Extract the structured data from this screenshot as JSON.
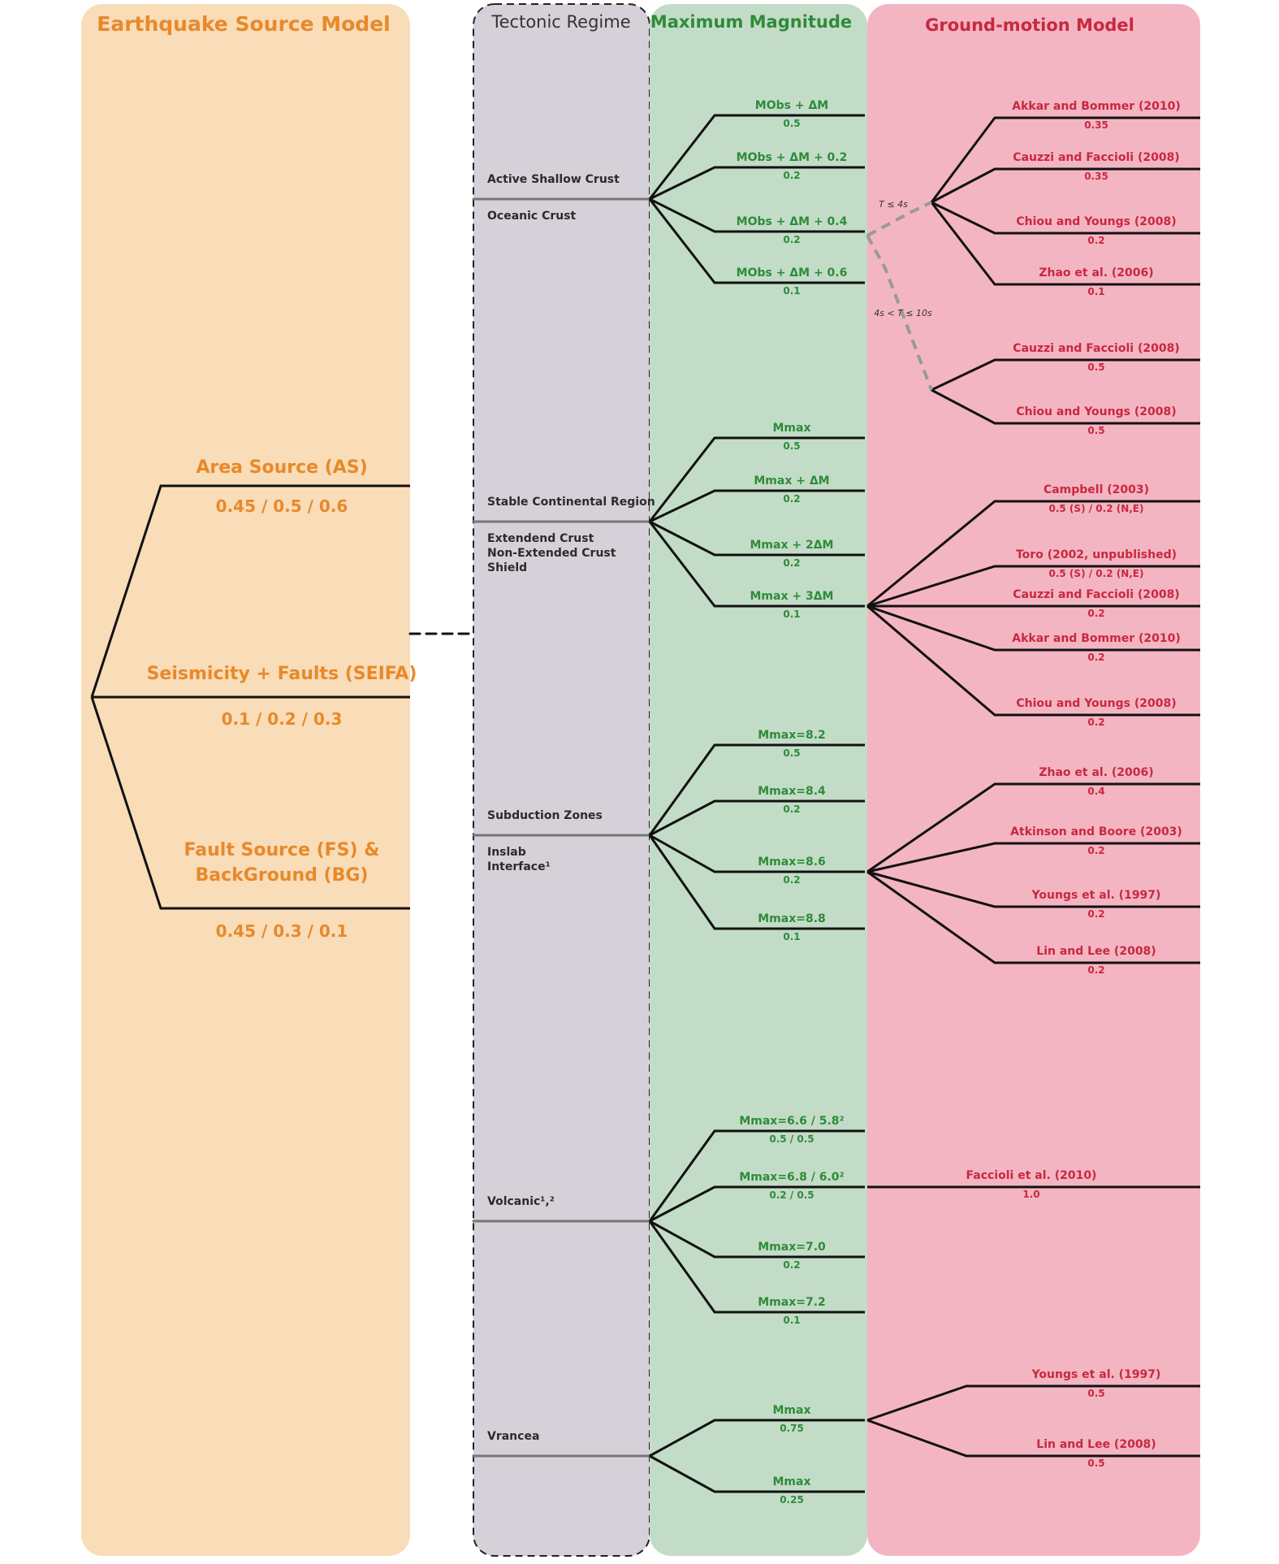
{
  "colors": {
    "source_panel": "#f9dcb8",
    "tectonic_panel": "#d6d1d9",
    "magnitude_panel": "#c3dcc7",
    "gmm_panel": "#f4b5c2",
    "source_text": "#e8892a",
    "magnitude_text": "#2e8b3a",
    "gmm_text": "#c82840",
    "regime_line": "#777777",
    "branch_line": "#111111"
  },
  "headers": {
    "source": "Earthquake Source Model",
    "tectonic": "Tectonic Regime",
    "magnitude": "Maximum Magnitude",
    "gmm": "Ground-motion Model"
  },
  "source_branches": [
    {
      "label": [
        "Area Source (AS)"
      ],
      "weights": "0.45 / 0.5 / 0.6"
    },
    {
      "label": [
        "Seismicity + Faults (SEIFA)"
      ],
      "weights": "0.1 / 0.2 / 0.3"
    },
    {
      "label": [
        "Fault Source (FS) &",
        "BackGround (BG)"
      ],
      "weights": "0.45 / 0.3 / 0.1"
    }
  ],
  "regimes": [
    {
      "label_above": [
        "Active Shallow Crust"
      ],
      "label_below": [
        "Oceanic Crust"
      ],
      "magnitudes": [
        {
          "label": "MObs + ΔM",
          "weight": "0.5"
        },
        {
          "label": "MObs + ΔM + 0.2",
          "weight": "0.2"
        },
        {
          "label": "MObs + ΔM + 0.4",
          "weight": "0.2"
        },
        {
          "label": "MObs + ΔM + 0.6",
          "weight": "0.1"
        }
      ],
      "period_labels": [
        "T ≤ 4s",
        "4s < T ≤ 10s"
      ],
      "gmm_groups": [
        [
          {
            "label": "Akkar and Bommer (2010)",
            "weight": "0.35"
          },
          {
            "label": "Cauzzi and Faccioli (2008)",
            "weight": "0.35"
          },
          {
            "label": "Chiou and Youngs (2008)",
            "weight": "0.2"
          },
          {
            "label": "Zhao et al. (2006)",
            "weight": "0.1"
          }
        ],
        [
          {
            "label": "Cauzzi and Faccioli (2008)",
            "weight": "0.5"
          },
          {
            "label": "Chiou and Youngs (2008)",
            "weight": "0.5"
          }
        ]
      ]
    },
    {
      "label_above": [
        "Stable Continental Region"
      ],
      "label_below": [
        "Extendend Crust",
        "Non-Extended Crust",
        "Shield"
      ],
      "magnitudes": [
        {
          "label": "Mmax",
          "weight": "0.5"
        },
        {
          "label": "Mmax + ΔM",
          "weight": "0.2"
        },
        {
          "label": "Mmax + 2ΔM",
          "weight": "0.2"
        },
        {
          "label": "Mmax + 3ΔM",
          "weight": "0.1"
        }
      ],
      "gmm_groups": [
        [
          {
            "label": "Campbell (2003)",
            "weight": "0.5 (S) / 0.2 (N,E)"
          },
          {
            "label": "Toro (2002, unpublished)",
            "weight": "0.5 (S) / 0.2 (N,E)"
          },
          {
            "label": "Cauzzi and Faccioli (2008)",
            "weight": "0.2"
          },
          {
            "label": "Akkar and Bommer (2010)",
            "weight": "0.2"
          },
          {
            "label": "Chiou and Youngs (2008)",
            "weight": "0.2"
          }
        ]
      ]
    },
    {
      "label_above": [
        "Subduction Zones"
      ],
      "label_below": [
        "Inslab",
        "Interface¹"
      ],
      "magnitudes": [
        {
          "label": "Mmax=8.2",
          "weight": "0.5"
        },
        {
          "label": "Mmax=8.4",
          "weight": "0.2"
        },
        {
          "label": "Mmax=8.6",
          "weight": "0.2"
        },
        {
          "label": "Mmax=8.8",
          "weight": "0.1"
        }
      ],
      "gmm_groups": [
        [
          {
            "label": "Zhao et al. (2006)",
            "weight": "0.4"
          },
          {
            "label": "Atkinson and Boore (2003)",
            "weight": "0.2"
          },
          {
            "label": "Youngs et al. (1997)",
            "weight": "0.2"
          },
          {
            "label": "Lin and Lee (2008)",
            "weight": "0.2"
          }
        ]
      ]
    },
    {
      "label_above": [
        "Volcanic¹,²"
      ],
      "label_below": [],
      "magnitudes": [
        {
          "label": "Mmax=6.6 / 5.8²",
          "weight": "0.5 / 0.5"
        },
        {
          "label": "Mmax=6.8 / 6.0²",
          "weight": "0.2 / 0.5"
        },
        {
          "label": "Mmax=7.0",
          "weight": "0.2"
        },
        {
          "label": "Mmax=7.2",
          "weight": "0.1"
        }
      ],
      "gmm_groups": [
        [
          {
            "label": "Faccioli et al. (2010)",
            "weight": "1.0"
          }
        ]
      ]
    },
    {
      "label_above": [
        "Vrancea"
      ],
      "label_below": [],
      "magnitudes": [
        {
          "label": "Mmax",
          "weight": "0.75"
        },
        {
          "label": "Mmax",
          "weight": "0.25"
        }
      ],
      "gmm_groups": [
        [
          {
            "label": "Youngs et al. (1997)",
            "weight": "0.5"
          },
          {
            "label": "Lin and Lee (2008)",
            "weight": "0.5"
          }
        ]
      ]
    }
  ]
}
